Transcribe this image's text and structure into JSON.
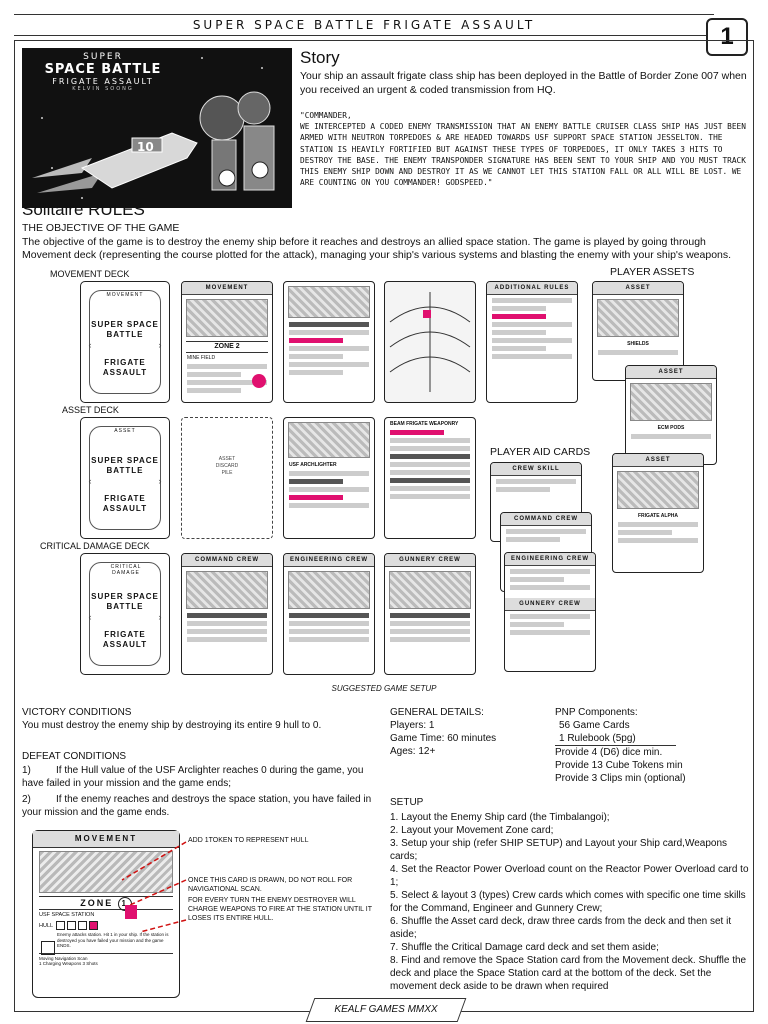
{
  "header": {
    "title": "SUPER SPACE BATTLE FRIGATE ASSAULT",
    "page_number": "1"
  },
  "hero": {
    "line1": "SUPER",
    "line2": "SPACE BATTLE",
    "line3": "FRIGATE ASSAULT",
    "line4": "KELVIN SOONG"
  },
  "story": {
    "title": "Story",
    "intro": "Your ship an assault frigate class ship has been deployed in the Battle of Border Zone 007 when you received an urgent & coded transmission from HQ.",
    "quote_greeting": "\"COMMANDER,",
    "quote_body": "WE INTERCEPTED A CODED ENEMY TRANSMISSION THAT AN ENEMY BATTLE CRUISER CLASS SHIP HAS JUST BEEN ARMED WITH NEUTRON TORPEDOES & ARE HEADED TOWARDS USF SUPPORT SPACE STATION JESSELTON. THE STATION IS HEAVILY FORTIFIED BUT AGAINST THESE TYPES OF TORPEDOES, IT ONLY TAKES 3 HITS TO DESTROY THE BASE. THE ENEMY TRANSPONDER SIGNATURE HAS BEEN SENT TO YOUR SHIP AND YOU MUST TRACK THIS ENEMY SHIP DOWN AND DESTROY IT AS WE CANNOT LET THIS STATION FALL OR ALL WILL BE LOST. WE ARE COUNTING ON YOU COMMANDER! GODSPEED.\""
  },
  "rules": {
    "title": "Solitaire RULES",
    "objective_heading": "THE OBJECTIVE OF THE GAME",
    "objective_text": "The objective of the game is to destroy the enemy ship before it reaches and destroys an allied space station. The game is played by going through Movement deck (representing the course plotted for the attack), managing your ship's various systems and blasting the enemy with your ship's weapons."
  },
  "setup_labels": {
    "movement_deck": "MOVEMENT DECK",
    "asset_deck": "ASSET DECK",
    "critical_deck": "CRITICAL DAMAGE DECK",
    "player_assets": "PLAYER ASSETS",
    "player_aid": "PLAYER AID CARDS",
    "suggested": "SUGGESTED GAME SETUP"
  },
  "card_backs": {
    "movement": {
      "head": "MOVEMENT",
      "brand1": "SUPER SPACE",
      "brand1b": "BATTLE",
      "brand2": "FRIGATE",
      "brand2b": "ASSAULT"
    },
    "asset": {
      "head": "ASSET",
      "brand1": "SUPER SPACE",
      "brand1b": "BATTLE",
      "brand2": "FRIGATE",
      "brand2b": "ASSAULT"
    },
    "critical": {
      "head": "CRITICAL DAMAGE",
      "brand1": "SUPER SPACE",
      "brand1b": "BATTLE",
      "brand2": "FRIGATE",
      "brand2b": "ASSAULT"
    }
  },
  "discard": {
    "line1": "ASSET",
    "line2": "DISCARD",
    "line3": "PILE"
  },
  "cards": {
    "movement": "MOVEMENT",
    "zone": "ZONE",
    "zone_num": "2",
    "mine_field": "MINE FIELD",
    "additional_rules": "ADDITIONAL RULES",
    "command_crew": "COMMAND CREW",
    "engineering_crew": "ENGINEERING CREW",
    "gunnery_crew": "GUNNERY CREW",
    "crew_skill": "CREW SKILL",
    "asset": "ASSET",
    "shields": "SHIELDS",
    "ecm_pods": "ECM PODS",
    "frigate_alpha": "FRIGATE ALPHA",
    "usf_arclighter": "USF ARCHLIGHTER",
    "beam_frigate": "BEAM FRIGATE WEAPONRY"
  },
  "victory": {
    "heading": "VICTORY CONDITIONS",
    "text": "You must destroy the enemy ship by destroying its entire 9 hull to 0."
  },
  "defeat": {
    "heading": "DEFEAT CONDITIONS",
    "items": [
      {
        "num": "1)",
        "text": "If the Hull value of the USF Arclighter reaches 0 during the game, you have failed in your mission and the game ends;"
      },
      {
        "num": "2)",
        "text": "If the enemy reaches and destroys the space station, you have failed in your mission and the game ends."
      }
    ]
  },
  "general": {
    "heading": "GENERAL DETAILS:",
    "players": "Players: 1",
    "time": "Game Time: 60 minutes",
    "ages": "Ages: 12+"
  },
  "pnp": {
    "heading": "PNP Components:",
    "items": [
      "56 Game Cards",
      "1 Rulebook (5pg)",
      "Provide 4 (D6) dice min.",
      "Provide 13 Cube Tokens min",
      "Provide 3 Clips min (optional)"
    ]
  },
  "setup": {
    "heading": "SETUP",
    "steps": [
      "1. Layout the Enemy Ship card (the Timbalangoi);",
      "2. Layout your Movement Zone card;",
      "3. Setup your ship (refer SHIP SETUP) and Layout your Ship card,Weapons cards;",
      "4. Set the Reactor Power Overload count on the Reactor Power Overload card to 1;",
      "5. Select & layout 3 (types) Crew cards which comes with specific one time skills for the Command, Engineer and Gunnery Crew;",
      "6. Shuffle the Asset card deck, draw three cards from the deck and then set it aside;",
      "7. Shuffle the Critical Damage card deck and set them aside;",
      "8. Find and remove the Space Station card from the Movement deck. Shuffle the deck and place the Space Station card at the bottom of the deck. Set the movement deck aside to be drawn when required"
    ]
  },
  "example_card": {
    "head": "MOVEMENT",
    "zone": "ZONE",
    "zone_num": "1",
    "station": "USF SPACE STATION",
    "hull": "HULL",
    "text": "Enemy attacks station. Hit 1 in your ship. If the station is destroyed you have failed your mission and the game ENDS.",
    "bottom1": "Moving Navigation Scan",
    "bottom2": "1 Charging Weapons 3 Shots"
  },
  "annotations": {
    "hull": "ADD 1TOKEN TO REPRESENT HULL",
    "scan": "ONCE THIS CARD IS DRAWN, DO NOT ROLL FOR NAVIGATIONAL SCAN.",
    "charge": "FOR EVERY TURN THE ENEMY DESTROYER WILL CHARGE WEAPONS TO  FIRE AT THE STATION UNTIL IT LOSES ITS ENTIRE HULL."
  },
  "footer": {
    "text": "KEALF GAMES MMXX"
  },
  "colors": {
    "accent": "#e0106f",
    "annotation_line": "#d01010"
  }
}
